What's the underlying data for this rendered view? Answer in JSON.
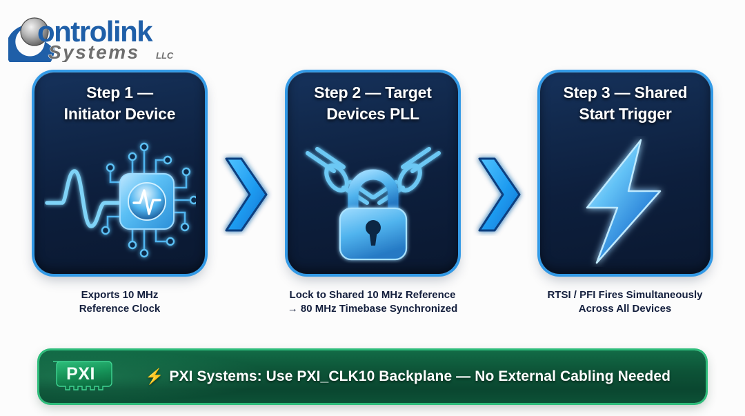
{
  "brand": {
    "name_primary": "Controlink",
    "name_secondary": "Systems",
    "suffix": "LLC",
    "logo_icon": "controlink-sphere-logo",
    "primary_color": "#1F5FA8",
    "secondary_color": "#6E6E6E"
  },
  "canvas": {
    "background": "#FCFCFC",
    "accent_blue": "#3FA9E8",
    "card_navy": "#0D1F3D",
    "banner_green": "#0D5337",
    "banner_border": "#2EBD7B",
    "caption_color": "#141F3D"
  },
  "steps": [
    {
      "title": "Step 1 — Initiator Device",
      "title_line1": "Step 1 —",
      "title_line2": "Initiator Device",
      "icon": "waveform-microchip-icon",
      "caption_line1": "Exports 10 MHz",
      "caption_line2": "Reference Clock"
    },
    {
      "title": "Step 2 — Target Devices PLL",
      "title_line1": "Step 2 — Target",
      "title_line2": "Devices PLL",
      "icon": "padlock-chains-icon",
      "caption_line1": "Lock to Shared 10 MHz Reference",
      "caption_line2": "→ 80 MHz Timebase Synchronized"
    },
    {
      "title": "Step 3 — Shared Start Trigger",
      "title_line1": "Step 3 — Shared",
      "title_line2": "Start Trigger",
      "icon": "lightning-bolt-icon",
      "caption_line1": "RTSI / PFI Fires Simultaneously",
      "caption_line2": "Across All Devices"
    }
  ],
  "connectors": [
    {
      "icon": "chevron-right-arrow",
      "color": "#1E9BF0"
    },
    {
      "icon": "chevron-right-arrow",
      "color": "#1E9BF0"
    }
  ],
  "banner": {
    "badge_label": "PXI",
    "badge_icon": "pxi-card-badge",
    "bolt_icon": "⚡",
    "text": "PXI Systems: Use PXI_CLK10 Backplane — No External Cabling Needed"
  }
}
